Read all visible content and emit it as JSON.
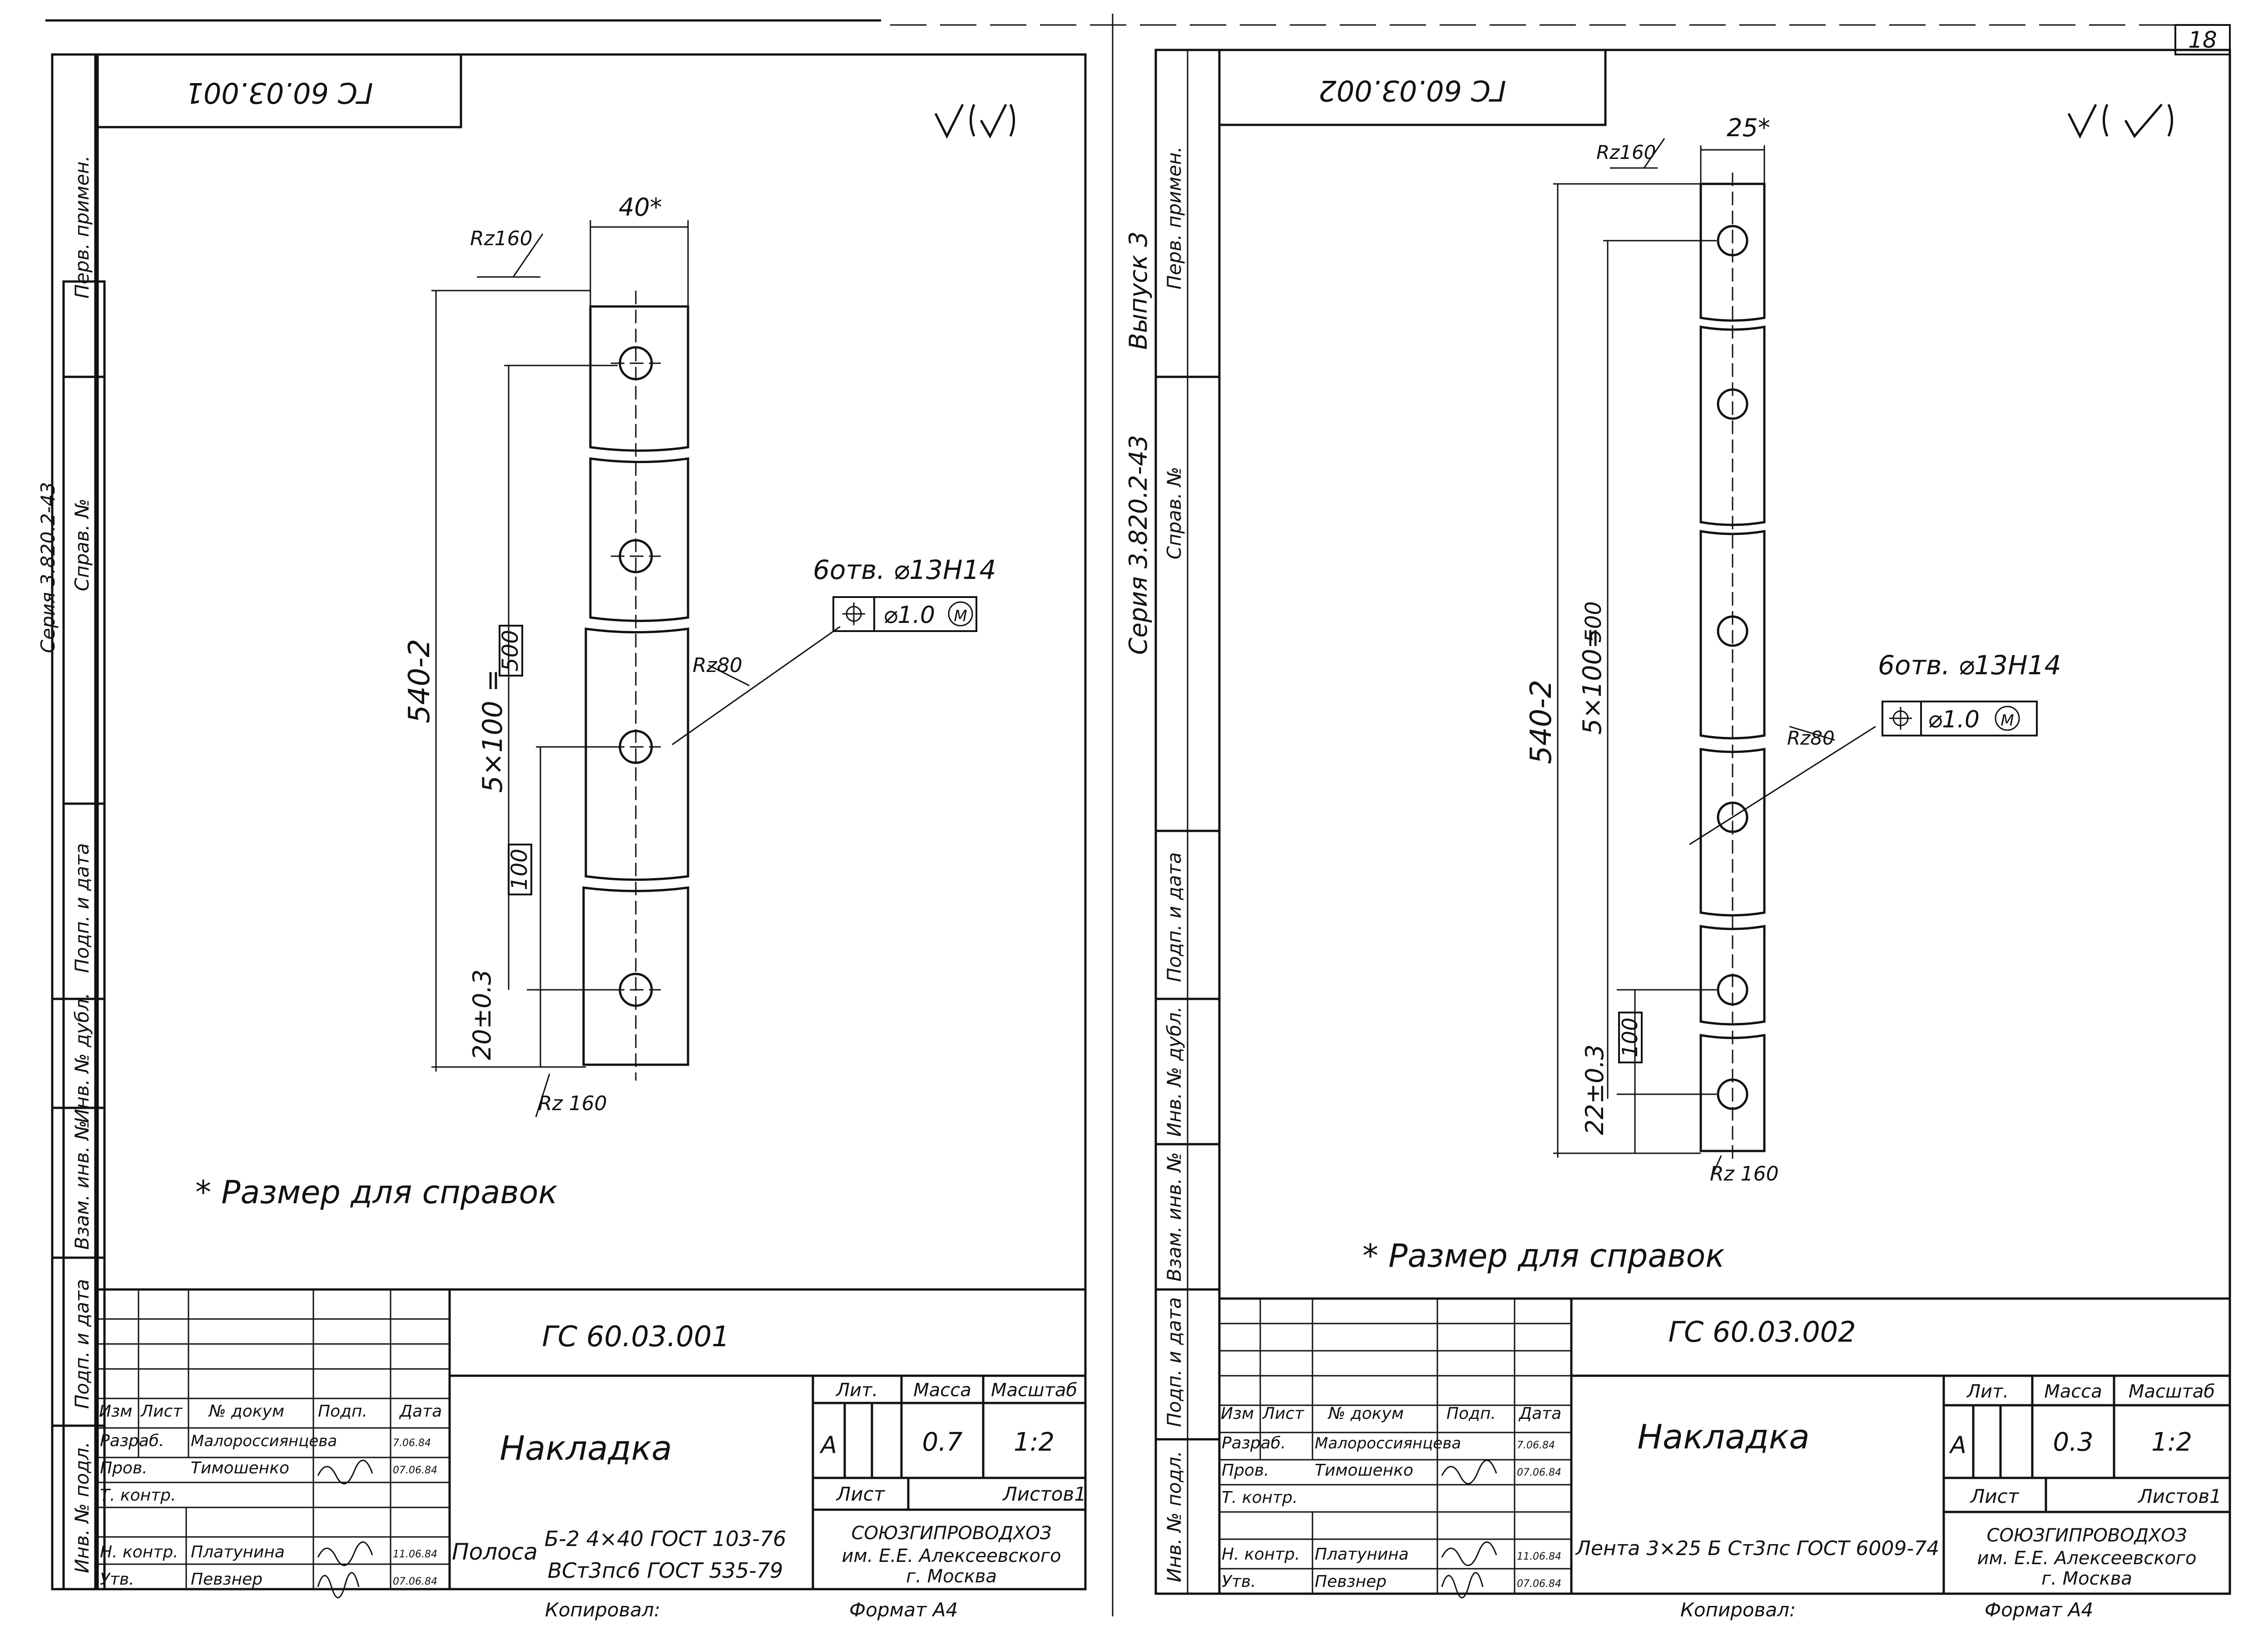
{
  "page_number": "18",
  "common": {
    "note": "* Размер для справок",
    "copied_by": "Копировал:",
    "format": "Формат А4",
    "org_line1": "СОЮЗГИПРОВОДХОЗ",
    "org_line2": "им. Е.Е. Алексеевского",
    "org_line3": "г. Москва",
    "hdr_lit": "Лит.",
    "hdr_mass": "Масса",
    "hdr_scale": "Масштаб",
    "hdr_sheet": "Лист",
    "hdr_sheets": "Листов1",
    "col_izm": "Изм",
    "col_list": "Лист",
    "col_doc": "№ докум",
    "col_sign": "Подп.",
    "col_date": "Дата",
    "role_razrab": "Разраб.",
    "role_prov": "Пров.",
    "role_tkontr": "Т. контр.",
    "role_nkontr": "Н. контр.",
    "role_utv": "Утв.",
    "name_razrab": "Малороссиянцева",
    "name_prov": "Тимошенко",
    "name_nkontr": "Платунина",
    "name_utv": "Певзнер",
    "date_razrab": "7.06.84",
    "date_prov": "07.06.84",
    "date_nkontr": "11.06.84",
    "date_utv": "07.06.84",
    "lit_value": "А",
    "hole_note": "6отв. ⌀13Н14",
    "pos_tol": "⌀1.0",
    "pos_mod": "М",
    "rz160": "Rz160",
    "rz80": "Rz80",
    "rz160_bottom": "Rz 160"
  },
  "left_sidebar": {
    "perv_primen": "Перв. примен.",
    "sprav_no": "Справ. №",
    "podp_data": "Подп. и дата",
    "inv_dubl": "Инв. № дубл.",
    "vzam_inv": "Взам. инв. №",
    "inv_podl": "Инв. № подл.",
    "series": "Серия 3.820.2-43",
    "issue": "Выпуск 3"
  },
  "sheet1": {
    "stamp_code": "ГС 60.03.001",
    "title": "Накладка",
    "mass": "0.7",
    "scale": "1:2",
    "material_prefix": "Полоса",
    "material_top": "Б-2 4×40 ГОСТ 103-76",
    "material_bottom": "ВСт3пс6 ГОСТ 535-79",
    "width_dim": "40*",
    "length_dim": "540-2",
    "pitch_dim": "5×100 = ",
    "pitch_box": "500",
    "step_box": "100",
    "end_dim": "20±0.3"
  },
  "sheet2": {
    "stamp_code": "ГС 60.03.002",
    "title": "Накладка",
    "mass": "0.3",
    "scale": "1:2",
    "material": "Лента 3×25 Б Ст3пс ГОСТ 6009-74",
    "width_dim": "25*",
    "length_dim": "540-2",
    "pitch_dim": "5×100= ",
    "pitch_box": "500",
    "step_box": "100",
    "end_dim": "22±0.3"
  }
}
